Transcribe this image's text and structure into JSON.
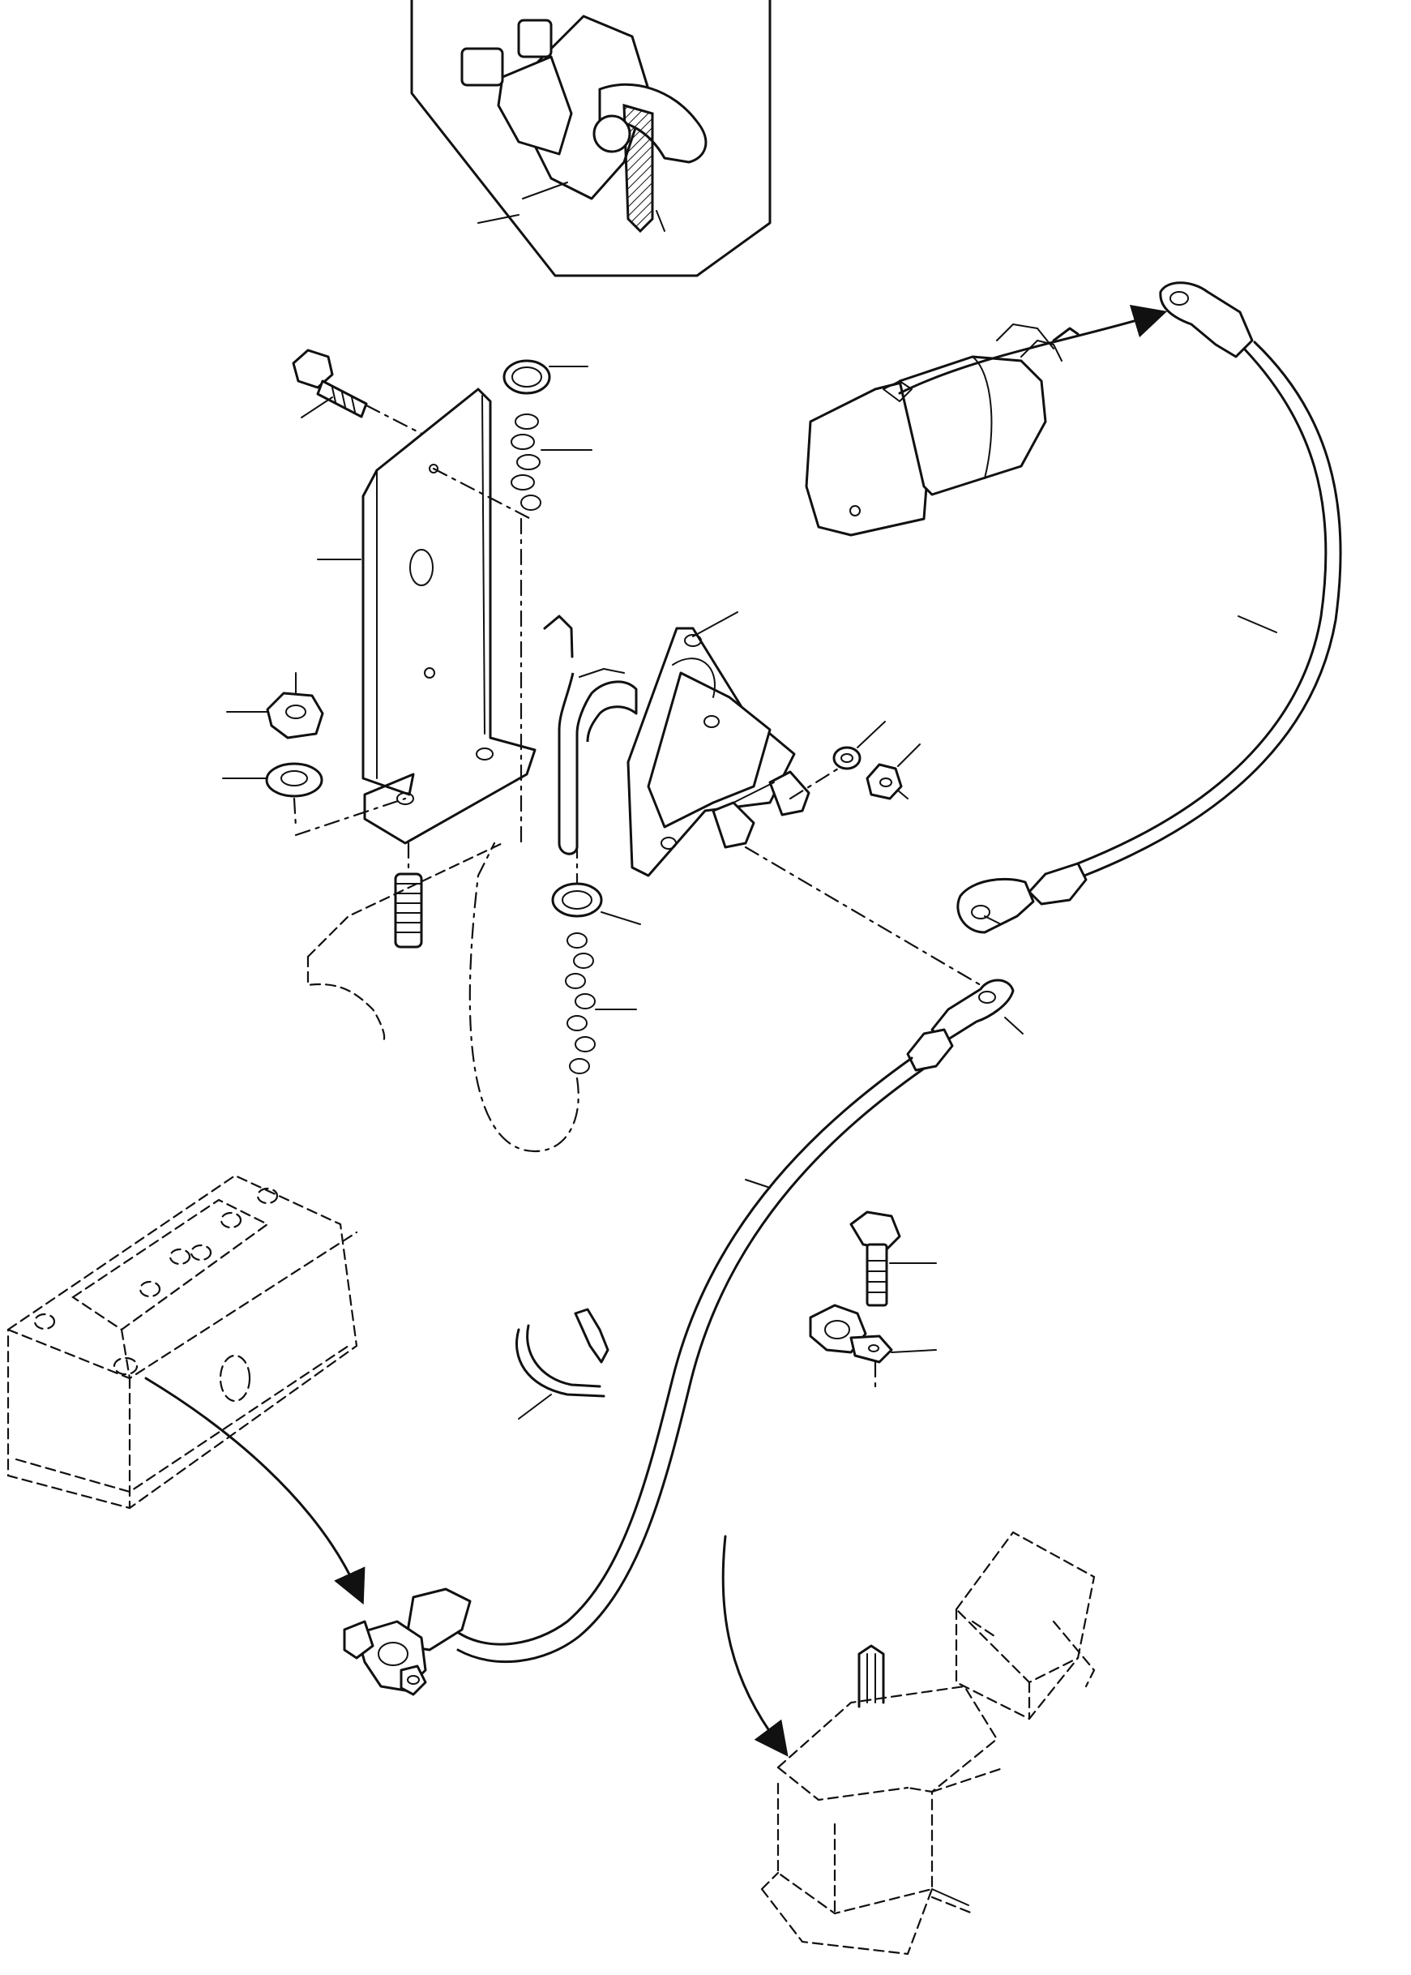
{
  "figure": {
    "kind": "exploded parts diagram",
    "printed_text": "",
    "colors": {
      "ink": "#111111",
      "paper": "#ffffff"
    }
  },
  "parts": [
    {
      "id": "disconnect-switch-inset",
      "icon": "battery-disconnect-switch"
    },
    {
      "id": "mounting-bracket",
      "icon": "bracket"
    },
    {
      "id": "bracket-bolt",
      "icon": "bolt"
    },
    {
      "id": "upper-retaining-ring",
      "icon": "ring"
    },
    {
      "id": "upper-chain",
      "icon": "chain"
    },
    {
      "id": "hex-nut-left",
      "icon": "nut"
    },
    {
      "id": "lock-washer-left",
      "icon": "washer"
    },
    {
      "id": "master-switch",
      "icon": "switch"
    },
    {
      "id": "key-hook",
      "icon": "hook"
    },
    {
      "id": "switch-lock-washer",
      "icon": "washer"
    },
    {
      "id": "switch-nut",
      "icon": "nut"
    },
    {
      "id": "starter-motor",
      "icon": "starter-motor"
    },
    {
      "id": "starter-cable",
      "icon": "cable"
    },
    {
      "id": "lower-retaining-ring",
      "icon": "ring"
    },
    {
      "id": "lower-chain",
      "icon": "chain"
    },
    {
      "id": "stud",
      "icon": "stud"
    },
    {
      "id": "battery-cable",
      "icon": "cable"
    },
    {
      "id": "battery",
      "icon": "battery"
    },
    {
      "id": "terminal-clamp",
      "icon": "clamp"
    },
    {
      "id": "cable-clip",
      "icon": "clip"
    },
    {
      "id": "ground-bolt",
      "icon": "bolt"
    },
    {
      "id": "ground-terminal",
      "icon": "terminal"
    },
    {
      "id": "frame-ground-point",
      "icon": "frame"
    }
  ]
}
